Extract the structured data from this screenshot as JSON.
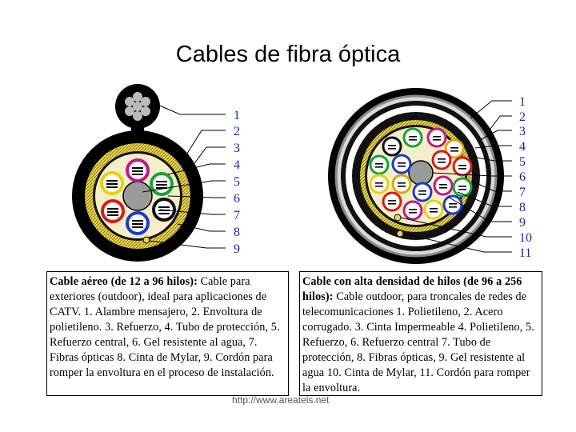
{
  "title": "Cables de fibra óptica",
  "left_numbers": [
    "1",
    "2",
    "3",
    "4",
    "5",
    "6",
    "7",
    "8",
    "9"
  ],
  "right_numbers": [
    "1",
    "2",
    "3",
    "4",
    "5",
    "6",
    "7",
    "8",
    "9",
    "10",
    "11"
  ],
  "left_caption": {
    "heading": "Cable aéreo (de 12 a 96 hilos):",
    "body": "Cable para exteriores (outdoor), ideal para aplicaciones de CATV. 1. Alambre mensajero, 2. Envoltura de polietileno. 3. Refuerzo, 4. Tubo de protección, 5. Refuerzo central, 6. Gel resistente al agua, 7. Fibras ópticas 8. Cinta de Mylar, 9. Cordón para romper la envoltura en el proceso de instalación."
  },
  "right_caption": {
    "heading": "Cable con alta densidad de hilos (de 96 a 256 hilos):",
    "body": "Cable outdoor, para troncales de redes de telecomunicaciones 1. Polietileno, 2. Acero corrugado. 3. Cinta Impermeable 4. Polietileno, 5. Refuerzo, 6. Refuerzo central 7. Tubo de protección, 8. Fibras ópticas, 9. Gel resistente al agua 10. Cinta de Mylar, 11. Cordón para romper la envoltura."
  },
  "url": "http://www.areatels.net",
  "colors": {
    "number_label": "#1a2a8c",
    "leader_line": "#000000",
    "jacket": "#000000",
    "strength_yellow": "#e8d44a",
    "gel_cream": "#f4efc8",
    "center": "#9a9a9a"
  }
}
